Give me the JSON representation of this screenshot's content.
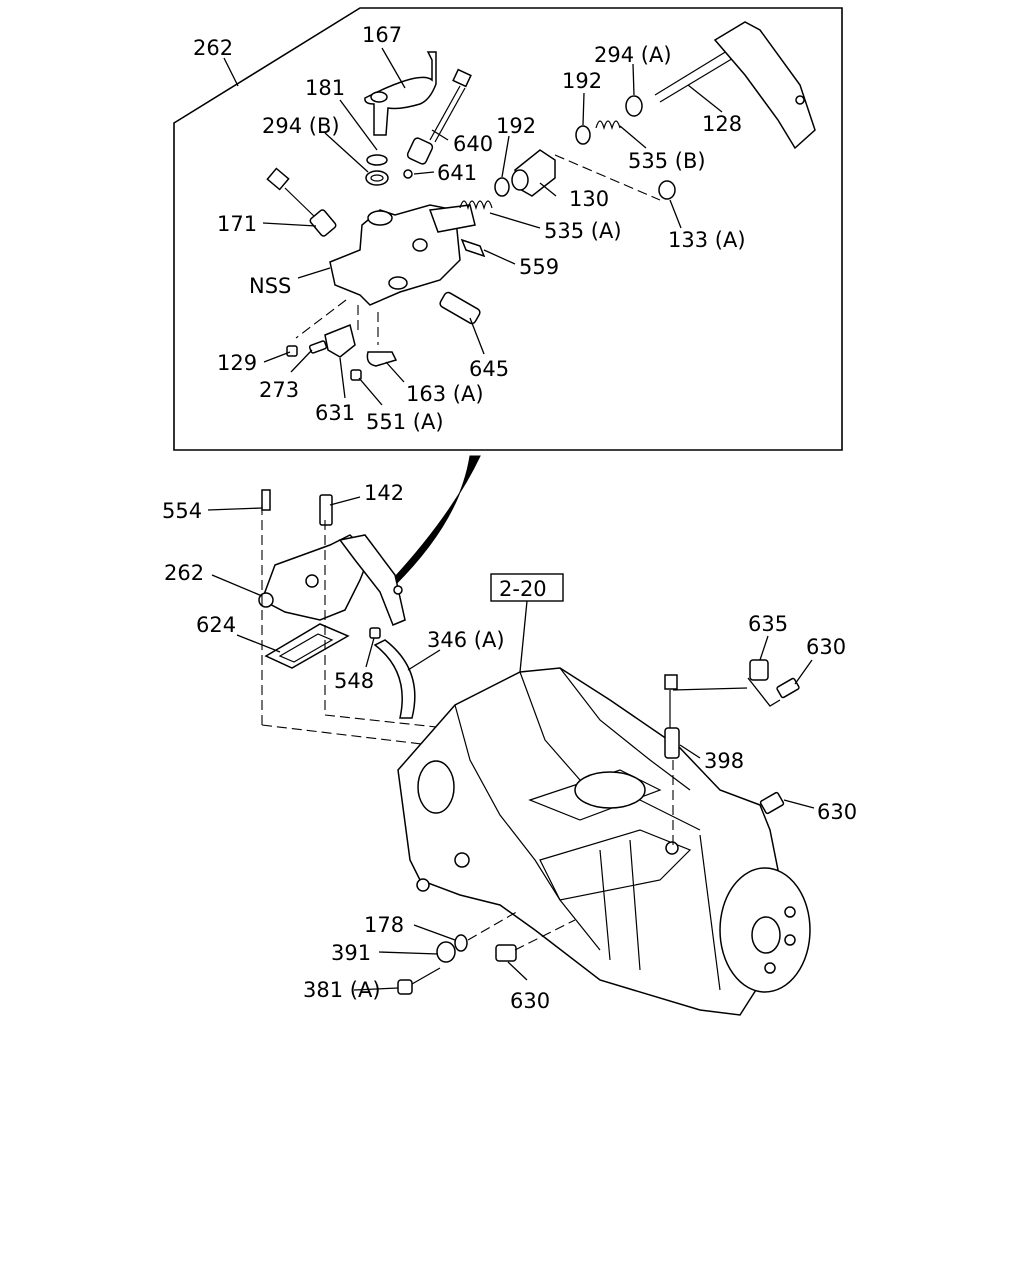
{
  "callouts": {
    "c262_top": "262",
    "c167": "167",
    "c181": "181",
    "c294b": "294 (B)",
    "c640": "640",
    "c641": "641",
    "c171": "171",
    "cNSS": "NSS",
    "c129": "129",
    "c273": "273",
    "c631": "631",
    "c551a": "551 (A)",
    "c163a": "163 (A)",
    "c645": "645",
    "c559": "559",
    "c535a": "535 (A)",
    "c192a": "192",
    "c130": "130",
    "c192b": "192",
    "c294a": "294 (A)",
    "c535b": "535 (B)",
    "c133a": "133 (A)",
    "c128": "128",
    "c554": "554",
    "c142": "142",
    "c262_low": "262",
    "c624": "624",
    "c548": "548",
    "c346a": "346 (A)",
    "c2_20": "2-20",
    "c635": "635",
    "c630_a": "630",
    "c398": "398",
    "c630_b": "630",
    "c178": "178",
    "c391": "391",
    "c381a": "381 (A)",
    "c630_c": "630"
  }
}
